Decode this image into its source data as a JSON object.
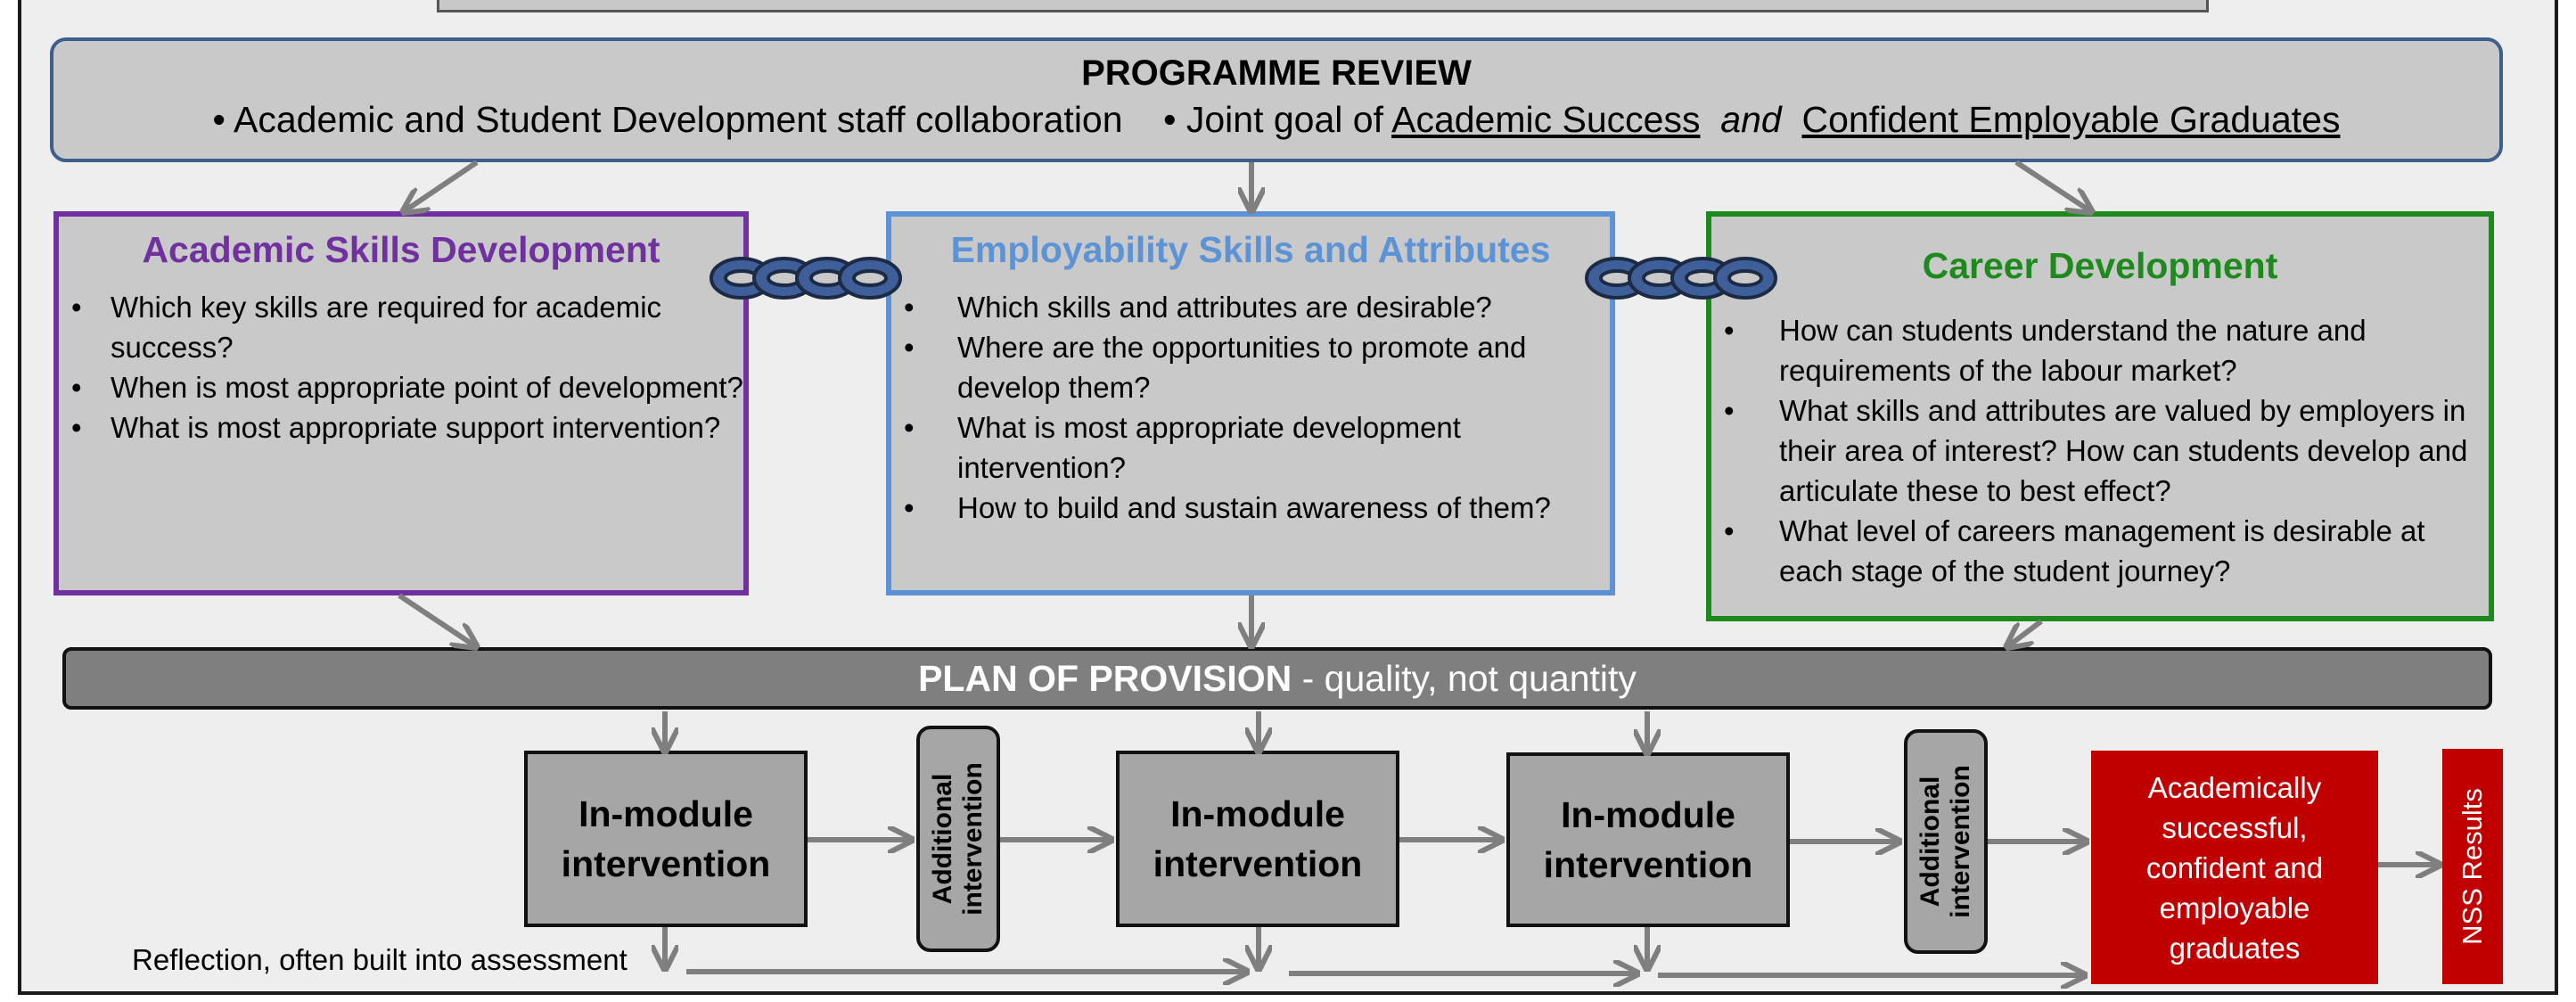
{
  "programme_review": {
    "title": "PROGRAMME REVIEW",
    "bullet_1": "Academic and Student Development staff  collaboration",
    "bullet_2_prefix": "Joint goal of",
    "goal_1": "Academic Success",
    "conjunction": "and",
    "goal_2": "Confident Employable Graduates"
  },
  "panels": {
    "academic": {
      "title": "Academic Skills Development",
      "items": [
        "Which key skills are required for academic success?",
        "When is most appropriate point of development?",
        "What is most appropriate support intervention?"
      ]
    },
    "employability": {
      "title": "Employability Skills and Attributes",
      "items": [
        "Which skills and attributes are desirable?",
        "Where are the opportunities to promote and develop them?",
        "What is most appropriate development intervention?",
        "How to build and sustain awareness of them?"
      ]
    },
    "career": {
      "title": "Career Development",
      "items": [
        "How can students understand the nature and requirements of the labour market?",
        "What skills and attributes are valued by employers in their area of interest? How can students develop and articulate these to best effect?",
        "What level of careers management is desirable at each stage of the student journey?"
      ]
    }
  },
  "plan": {
    "title": "PLAN OF PROVISION",
    "subtitle": " - quality, not quantity"
  },
  "flow": {
    "in_module": "In-module intervention",
    "additional": "Additional intervention",
    "outcome": "Academically successful, confident and employable graduates",
    "nss": "NSS Results",
    "reflection": "Reflection, often built into assessment"
  },
  "colors": {
    "academic": "#7030a0",
    "employability": "#5b93d6",
    "career": "#1e8a1e",
    "review_border": "#3d5f8a",
    "outcome": "#c00000",
    "chain": "#3f5f9a"
  },
  "icons": [
    "chain-link-icon",
    "chain-link-icon"
  ]
}
